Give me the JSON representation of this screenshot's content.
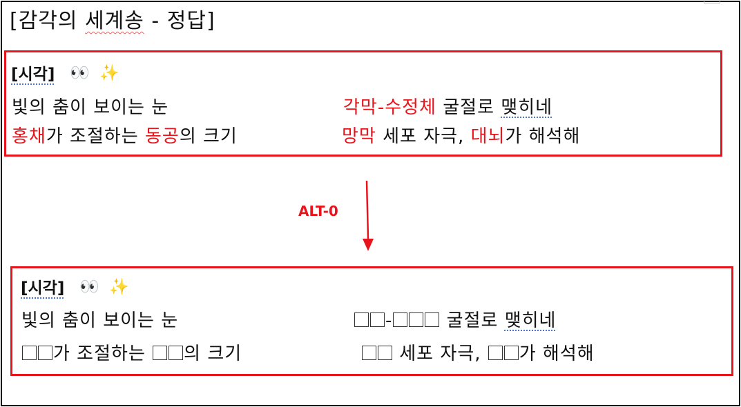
{
  "title": "[감각의 세계송 - 정답]",
  "title_parts": {
    "prefix": "[감각의 ",
    "squiggly": "세계송",
    "suffix": " - 정답]"
  },
  "section_label": "[시각]",
  "emoji_eyes": "👀",
  "emoji_sparkles": "✨",
  "arrow_label": "ALT-0",
  "top": {
    "r1_left": "빛의 춤이 보이는 눈",
    "r1_right_red": "각막-수정체",
    "r1_right_mid": " 굴절로 ",
    "r1_right_tail": "맺히네",
    "r2_left_red1": "홍채",
    "r2_left_mid": "가 조절하는 ",
    "r2_left_red2": "동공",
    "r2_left_tail": "의 크기",
    "r2_right_red1": "망막",
    "r2_right_mid": " 세포 자극, ",
    "r2_right_red2": "대뇌",
    "r2_right_tail": "가 해석해"
  },
  "bottom": {
    "r1_left": "빛의 춤이 보이는 눈",
    "r1_right_mid": " 굴절로 ",
    "r1_right_tail": "맺히네",
    "r2_left_mid": "가 조절하는 ",
    "r2_left_tail": "의 크기",
    "r2_right_mid": " 세포 자극, ",
    "r2_right_tail": "가 해석해"
  },
  "colors": {
    "accent_red": "#e8141c",
    "text": "#111111",
    "frame": "#000000"
  }
}
